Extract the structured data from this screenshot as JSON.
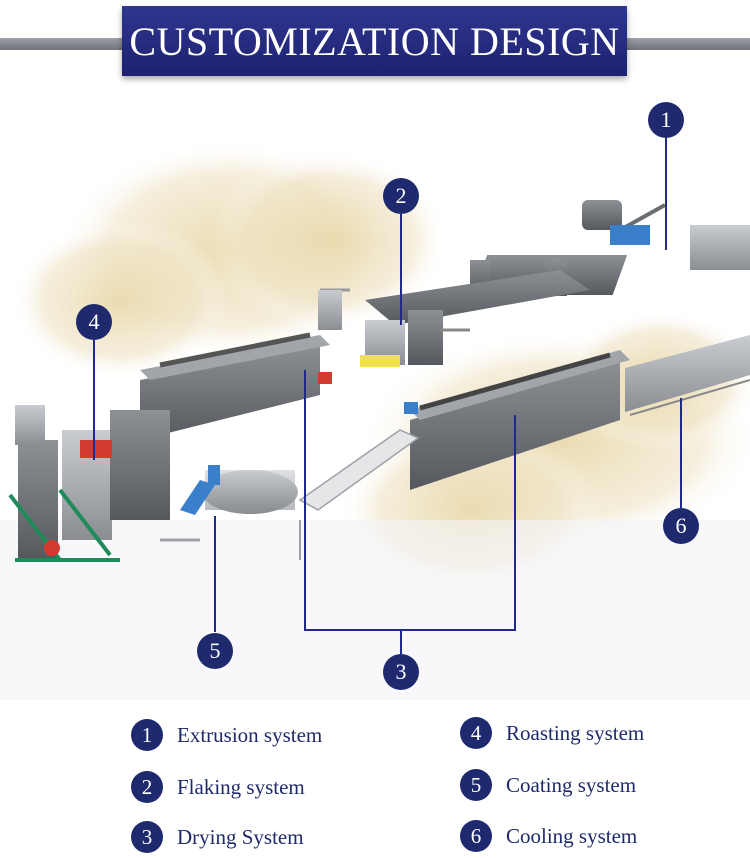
{
  "header": {
    "title": "CUSTOMIZATION DESIGN"
  },
  "callouts": [
    "1",
    "2",
    "3",
    "4",
    "5",
    "6"
  ],
  "legend": [
    {
      "number": "1",
      "label": "Extrusion system"
    },
    {
      "number": "2",
      "label": "Flaking system"
    },
    {
      "number": "3",
      "label": "Drying System"
    },
    {
      "number": "4",
      "label": "Roasting system"
    },
    {
      "number": "5",
      "label": "Coating system"
    },
    {
      "number": "6",
      "label": "Cooling system"
    }
  ],
  "colors": {
    "banner": "#232a7e",
    "callout": "#1f2a6e",
    "leader_line": "#1f2a8a",
    "legend_text": "#1e2a6a",
    "machine_body": "#6b6f74",
    "frame_green": "#1f8a5a",
    "belt_yellow": "#f2e24a",
    "flake_background": "#e8dcb8"
  }
}
